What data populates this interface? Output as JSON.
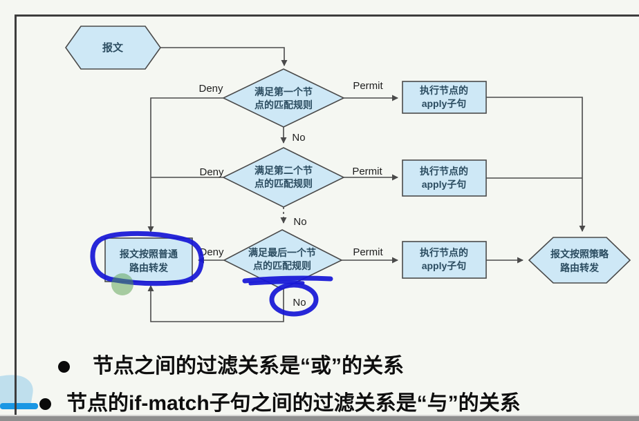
{
  "colors": {
    "shape_fill": "#cee8f6",
    "shape_border": "#4a4a4a",
    "line": "#4a4a4a",
    "annotation_blue": "#1717d6",
    "annotation_green": "#57a04e",
    "bar_blue": "#1a97e4",
    "blob_blue": "#b9dcec"
  },
  "flowchart": {
    "start": {
      "label": "报文"
    },
    "decisions": [
      {
        "line1": "满足第一个节",
        "line2": "点的匹配规则"
      },
      {
        "line1": "满足第二个节",
        "line2": "点的匹配规则"
      },
      {
        "line1": "满足最后一个节",
        "line2": "点的匹配规则"
      }
    ],
    "apply_boxes": [
      {
        "line1": "执行节点的",
        "line2": "apply子句"
      },
      {
        "line1": "执行节点的",
        "line2": "apply子句"
      },
      {
        "line1": "执行节点的",
        "line2": "apply子句"
      }
    ],
    "normal_route": {
      "line1": "报文按照普通",
      "line2": "路由转发"
    },
    "policy_route": {
      "line1": "报文按照策略",
      "line2": "路由转发"
    },
    "labels": {
      "deny": "Deny",
      "permit": "Permit",
      "no": "No"
    }
  },
  "bullets": {
    "first": {
      "text": "节点之间的过滤关系是“或”的关系"
    },
    "second": {
      "prefix": "节点的",
      "emphasis": "if-match",
      "suffix": "子句之间的过滤关系是“与”的关系"
    }
  }
}
